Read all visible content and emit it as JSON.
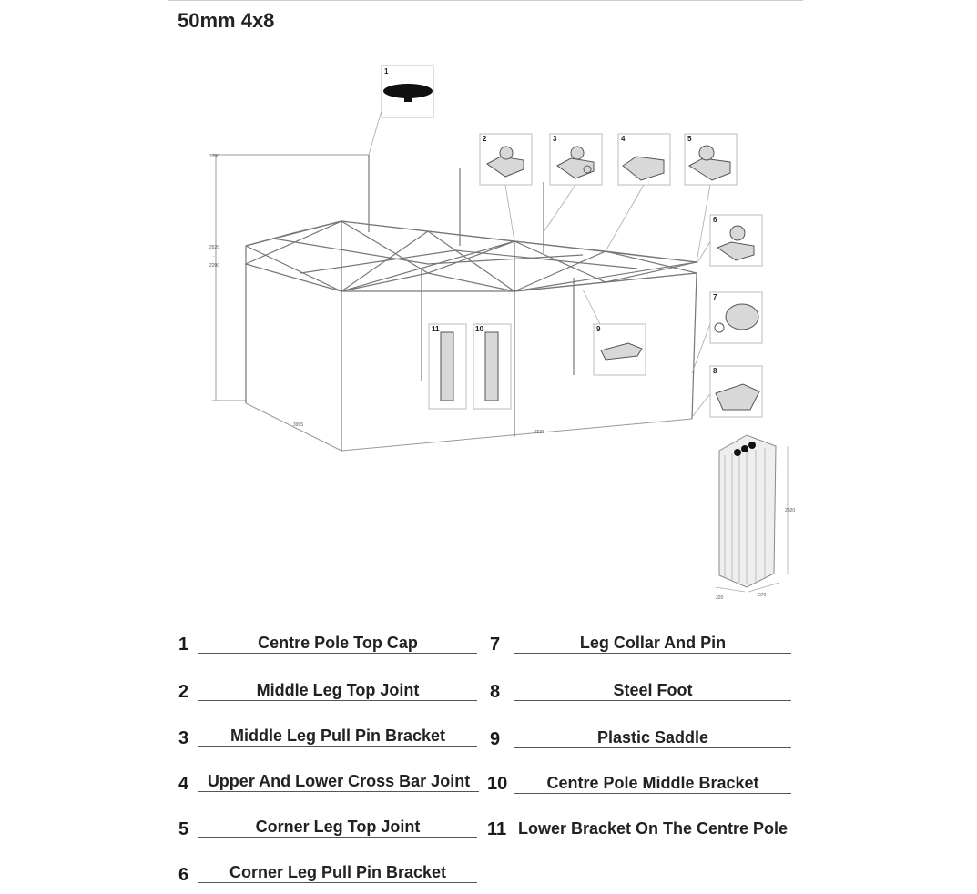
{
  "title": "50mm 4x8",
  "dimensions": {
    "height_total": "3700",
    "height_range_top": "2520",
    "height_range_sep": "-",
    "height_range_bottom": "2200",
    "depth": "3995",
    "length": "7935",
    "packed_height": "2020",
    "packed_width": "570",
    "packed_depth": "320"
  },
  "callouts": [
    "1",
    "2",
    "3",
    "4",
    "5",
    "6",
    "7",
    "8",
    "9",
    "10",
    "11"
  ],
  "legend": [
    {
      "num": "1",
      "label": "Centre Pole Top Cap"
    },
    {
      "num": "2",
      "label": "Middle Leg Top Joint"
    },
    {
      "num": "3",
      "label": "Middle Leg Pull Pin Bracket"
    },
    {
      "num": "4",
      "label": "Upper And Lower Cross Bar Joint"
    },
    {
      "num": "5",
      "label": "Corner Leg Top Joint"
    },
    {
      "num": "6",
      "label": "Corner Leg Pull Pin Bracket"
    },
    {
      "num": "7",
      "label": "Leg Collar And Pin"
    },
    {
      "num": "8",
      "label": "Steel Foot"
    },
    {
      "num": "9",
      "label": "Plastic Saddle"
    },
    {
      "num": "10",
      "label": "Centre Pole Middle Bracket"
    },
    {
      "num": "11",
      "label": "Lower Bracket On The Centre Pole"
    }
  ]
}
